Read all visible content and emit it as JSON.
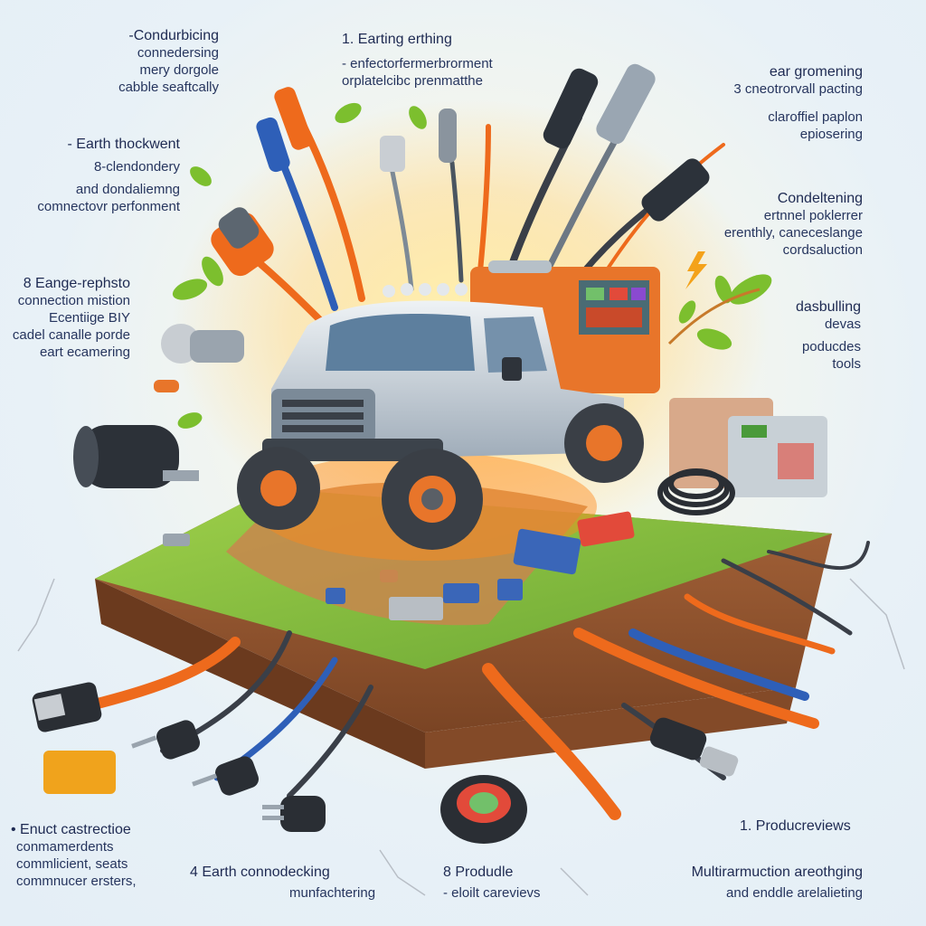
{
  "labels": {
    "top_left": {
      "heading": "-Condurbicing",
      "lines": [
        "connedersing",
        "mery dorgole",
        "cabble seaftcally"
      ]
    },
    "top_center": {
      "heading": "1. Earting erthing",
      "lines": [
        "- enfectorfermerbrorment",
        "orplatelcibc prenmatthe"
      ]
    },
    "top_right": {
      "heading": "ear gromening",
      "lines": [
        "3  cneotrorvall pacting",
        "claroffiel paplon",
        "epiosering"
      ]
    },
    "left_1": {
      "heading": "- Earth thockwent",
      "lines": [
        "8-clendondery",
        "and dondaliemng",
        "comnectovr perfonment"
      ]
    },
    "right_1": {
      "heading": "Condeltening",
      "lines": [
        "ertnnel poklerrer",
        "erenthly, caneceslange",
        "cordsaluction"
      ]
    },
    "left_2": {
      "heading": "8  Eange-rephsto",
      "lines": [
        "connection mistion",
        "Ecentiige BIY",
        "cadel canalle porde",
        "eart ecamering"
      ]
    },
    "right_2": {
      "heading": "dasbulling",
      "lines": [
        "devas",
        "poducdes",
        "tools"
      ]
    },
    "bottom_right_top": {
      "heading": "1. Producreviews",
      "lines": []
    },
    "bottom_left": {
      "heading": "• Enuct castrectioe",
      "lines": [
        "conmamerdents",
        "commlicient, seats",
        "commnucer ersters,"
      ]
    },
    "bottom_center_left": {
      "heading": "4  Earth connodecking",
      "lines": [
        "munfachtering"
      ]
    },
    "bottom_center": {
      "heading": "8  Produdle",
      "lines": [
        "- eloilt carevievs"
      ]
    },
    "bottom_right": {
      "heading": "Multirarmuction areothging",
      "lines": [
        "and enddle arelalieting"
      ]
    }
  },
  "colors": {
    "text": "#26355e",
    "cable_orange": "#ee6a1c",
    "cable_blue": "#2e5fb8",
    "grass": "#86bc3a",
    "soil": "#9a5a34",
    "truck": "#c9d3dc",
    "truck_box": "#e8752a"
  },
  "icons": [
    "truck-illustration",
    "cable-plug-icon",
    "leaf-icon",
    "coil-icon",
    "usb-plug-icon",
    "power-plug-icon",
    "tape-roll-icon",
    "lightning-icon"
  ]
}
